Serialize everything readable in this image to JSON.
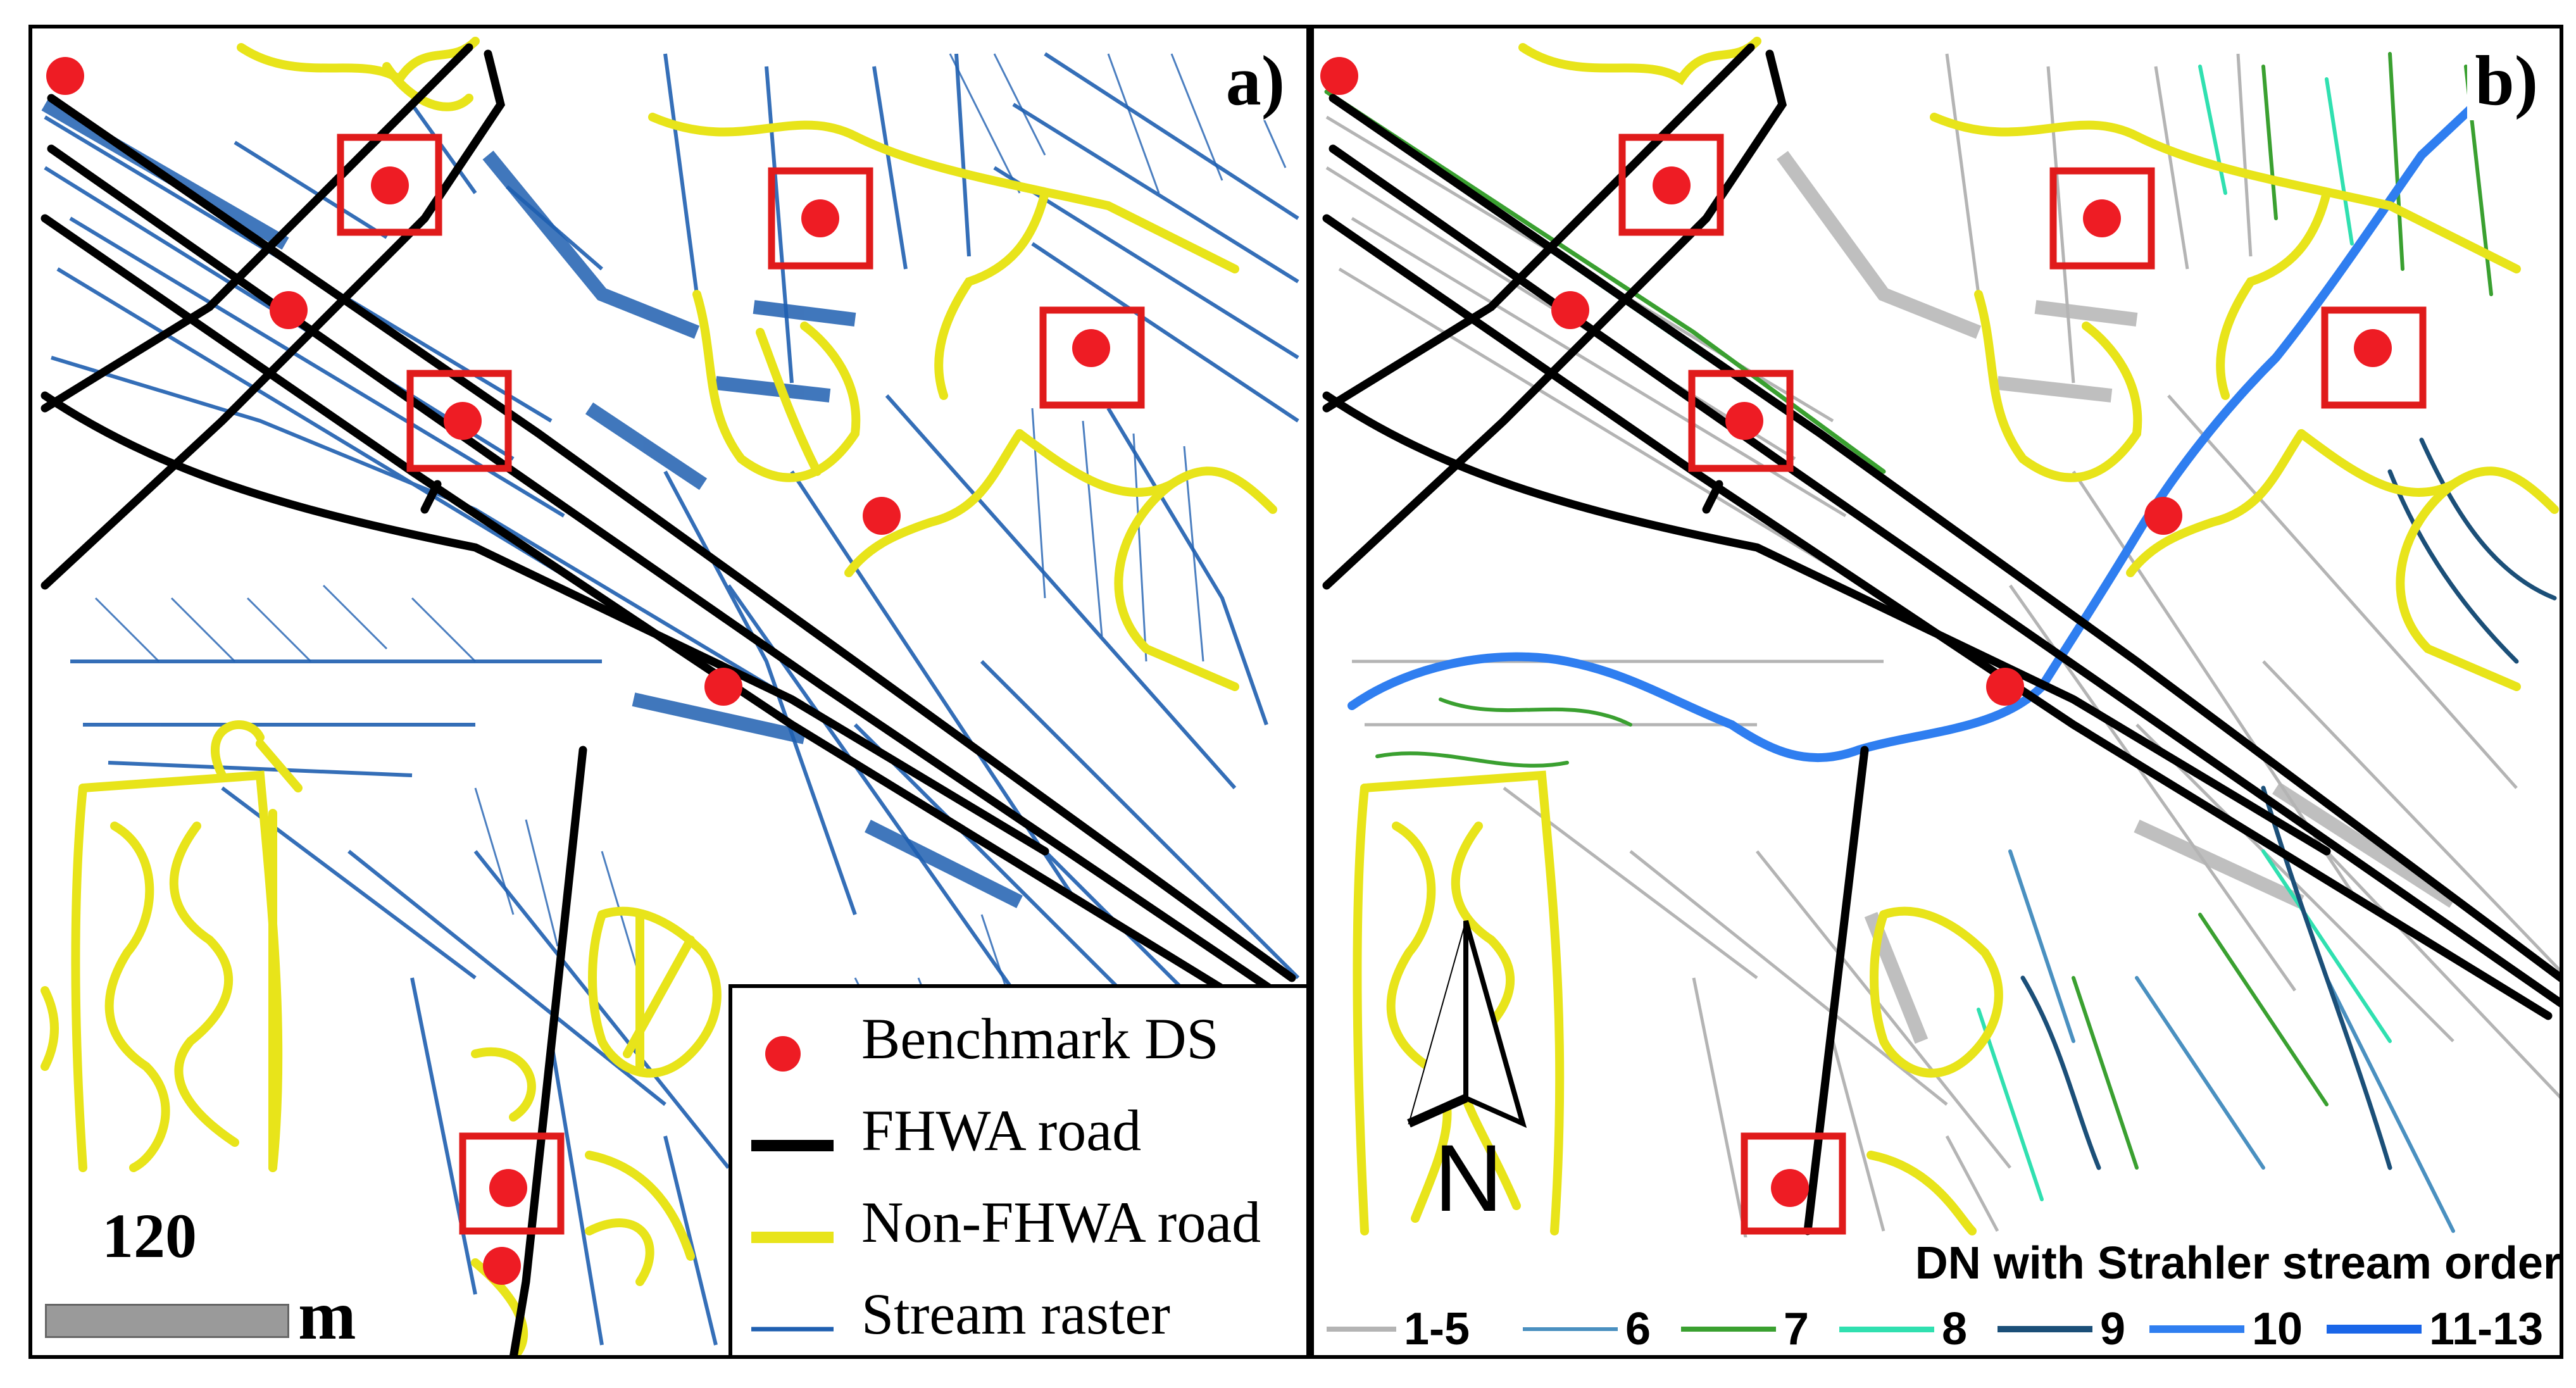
{
  "panels": [
    {
      "label": "a)"
    },
    {
      "label": "b)"
    }
  ],
  "legend_a": {
    "items": [
      {
        "label": "Benchmark DS",
        "symbol": "red-dot",
        "color": "#ee1c24"
      },
      {
        "label": "FHWA road",
        "symbol": "black-line",
        "color": "#000000"
      },
      {
        "label": "Non-FHWA road",
        "symbol": "yellow-line",
        "color": "#e8e41a"
      },
      {
        "label": "Stream raster",
        "symbol": "blue-line",
        "color": "#1f5fb0"
      }
    ]
  },
  "scale_bar": {
    "value": "120",
    "unit": "m"
  },
  "north_arrow": {
    "letter": "N"
  },
  "legend_b": {
    "title": "DN with Strahler stream order",
    "items": [
      {
        "label": "1-5",
        "color": "#b4b4b4"
      },
      {
        "label": "6",
        "color": "#4a90c0"
      },
      {
        "label": "7",
        "color": "#3aa030"
      },
      {
        "label": "8",
        "color": "#30e0b0"
      },
      {
        "label": "9",
        "color": "#1b4f78"
      },
      {
        "label": "10",
        "color": "#2f7ef0"
      },
      {
        "label": "11-13",
        "color": "#1a66e8"
      }
    ]
  },
  "colors": {
    "benchmark": "#ee1c24",
    "fhwa_road": "#000000",
    "non_fhwa_road": "#e8e41a",
    "stream": "#1f5fb0",
    "highlight_box": "#e01b1b"
  }
}
